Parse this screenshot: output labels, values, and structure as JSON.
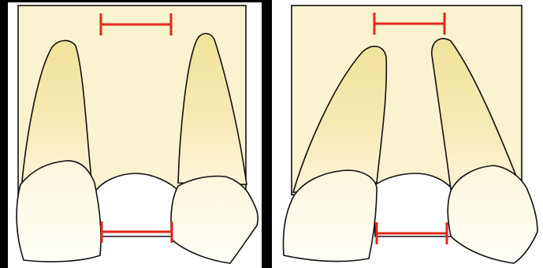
{
  "figure": {
    "panels": [
      {
        "id": "left",
        "arrangement": "roots-parallel"
      },
      {
        "id": "right",
        "arrangement": "roots-divergent"
      }
    ],
    "colors": {
      "background": "#000000",
      "bone": "#faf3cf",
      "root_tip": "#f0e299",
      "crown_fill": "#fffdf2",
      "gap": "#ffffff",
      "outline": "#111111",
      "measure": "#e0281e"
    },
    "icons": {
      "measure_marker": "i-beam-bracket"
    }
  }
}
